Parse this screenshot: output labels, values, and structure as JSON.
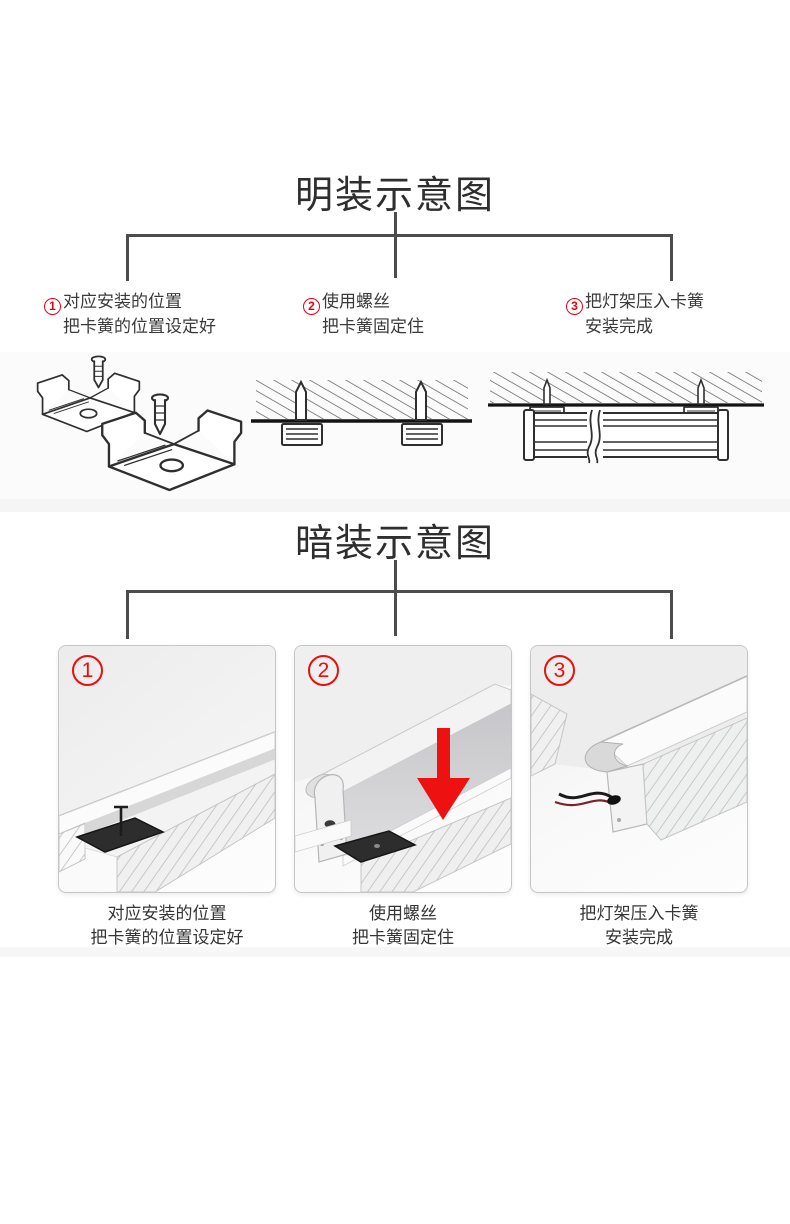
{
  "colors": {
    "accent_red": "#e60012",
    "arrow_red": "#ee1111",
    "connector_line": "#4c4c4c",
    "text_dark": "#3a3a3a",
    "page_background": "#ffffff"
  },
  "surface_section": {
    "title": "明装示意图",
    "steps": [
      {
        "number": "1",
        "line1": "对应安装的位置",
        "line2": "把卡簧的位置设定好"
      },
      {
        "number": "2",
        "line1": "使用螺丝",
        "line2": "把卡簧固定住"
      },
      {
        "number": "3",
        "line1": "把灯架压入卡簧",
        "line2": "安装完成"
      }
    ],
    "illustrations": [
      "spring-clips-with-screws",
      "ceiling-cross-section-clips-screwed",
      "light-fixture-pressed-into-clips"
    ]
  },
  "recessed_section": {
    "title": "暗装示意图",
    "panels": [
      {
        "number": "1",
        "caption_line1": "对应安装的位置",
        "caption_line2": "把卡簧的位置设定好"
      },
      {
        "number": "2",
        "caption_line1": "使用螺丝",
        "caption_line2": "把卡簧固定住"
      },
      {
        "number": "3",
        "caption_line1": "把灯架压入卡簧",
        "caption_line2": "安装完成"
      }
    ]
  }
}
